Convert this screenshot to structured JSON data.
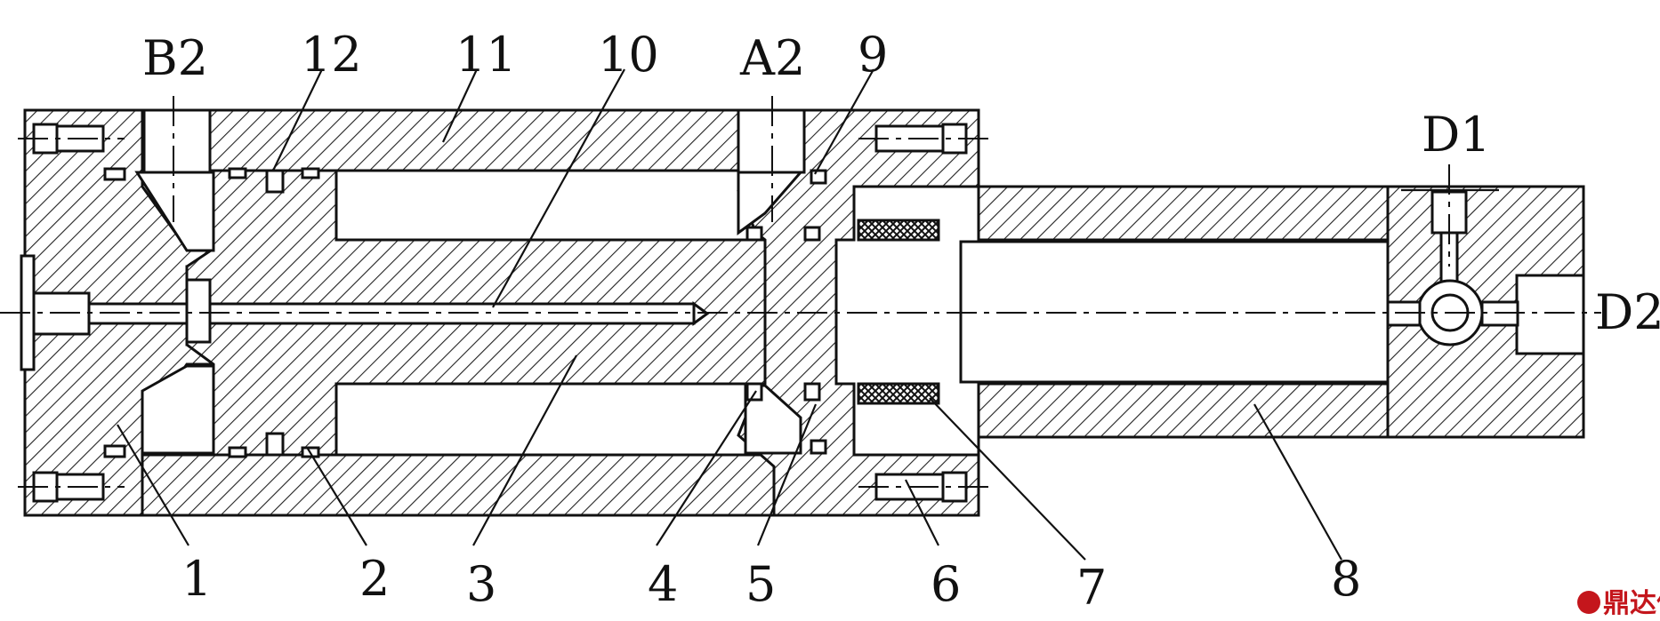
{
  "diagram": {
    "port_labels": {
      "b2": "B2",
      "a2": "A2",
      "d1": "D1",
      "d2": "D2"
    },
    "part_numbers": {
      "p1": "1",
      "p2": "2",
      "p3": "3",
      "p4": "4",
      "p5": "5",
      "p6": "6",
      "p7": "7",
      "p8": "8",
      "p9": "9",
      "p10": "10",
      "p11": "11",
      "p12": "12"
    },
    "watermark": "鼎达信"
  }
}
